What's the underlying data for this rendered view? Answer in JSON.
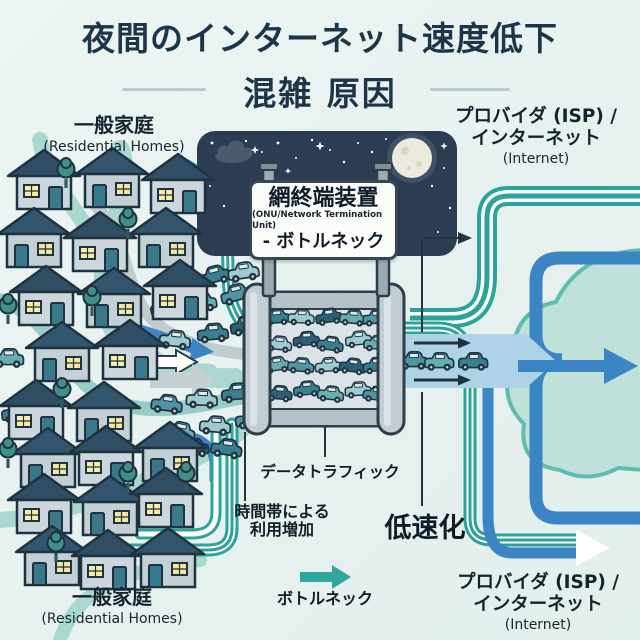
{
  "title": "夜間のインターネット速度低下",
  "subtitle": "混雑 原因",
  "residential_top": {
    "jp": "一般家庭",
    "en": "(Residential Homes)"
  },
  "residential_bottom": {
    "jp": "一般家庭",
    "en": "(Residential Homes)"
  },
  "isp_top": {
    "line1": "プロバイダ (ISP) /",
    "line2": "インターネット",
    "line3": "(Internet)"
  },
  "isp_bottom": {
    "line1": "プロバイダ (ISP) /",
    "line2": "インターネット",
    "line3": "(Internet)"
  },
  "sign": {
    "line1": "網終端装置",
    "line2": "(ONU/Network Termination Unit)",
    "line3": "- ボトルネック"
  },
  "annotations": {
    "data_traffic": "データトラフィック",
    "usage_line1": "時間帯による",
    "usage_line2": "利用増加",
    "slowdown": "低速化",
    "bottleneck_legend": "ボトルネック"
  },
  "colors": {
    "background": "#eaf3f1",
    "title_text": "#1e3448",
    "night_sky": "#2c3d53",
    "teal_pipe": "#2ba39a",
    "light_road": "#a9d8d1",
    "gray_road": "#c1cccf",
    "blue_pipe": "#3c85c5",
    "light_blue_road": "#aed3e6",
    "cloud_fill": "#c0e0da",
    "cloud_outline": "#5fbcb1",
    "house_roof": "#2f4d63",
    "house_wall": "#cbd7dc",
    "window_lit": "#f8eca6",
    "outline": "#1e3240"
  }
}
